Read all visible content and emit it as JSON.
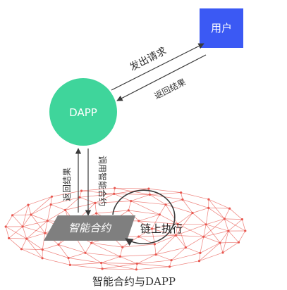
{
  "diagram": {
    "user_label": "用户",
    "dapp_label": "DAPP",
    "contract_label": "智能合约",
    "send_request_label": "发出请求",
    "return_result_top_label": "返回结果",
    "return_result_left_label": "返回结果",
    "call_contract_label": "调用智能合约",
    "chain_execute_label": "链上执行",
    "caption": "智能合约与DAPP"
  },
  "colors": {
    "user_box": "#3b59f4",
    "dapp_circle": "#3fd59b",
    "contract_box": "#7f7f7f",
    "network": "#e8574f",
    "arrow": "#3a3a3a"
  }
}
